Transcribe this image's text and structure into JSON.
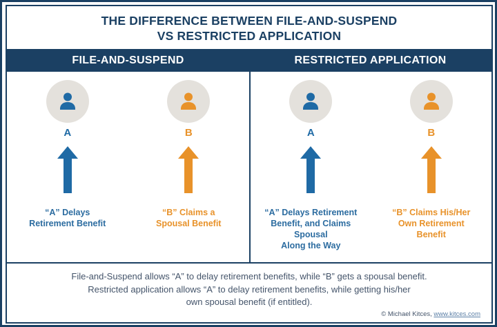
{
  "title": {
    "line1": "THE DIFFERENCE BETWEEN FILE-AND-SUSPEND",
    "line2": "VS RESTRICTED APPLICATION"
  },
  "colors": {
    "navy": "#1b4063",
    "blue": "#1f6aa5",
    "orange": "#e8922a",
    "avatar_bg": "#e4e1dc",
    "body_text": "#44546a"
  },
  "columns": [
    {
      "header": "FILE-AND-SUSPEND"
    },
    {
      "header": "RESTRICTED APPLICATION"
    }
  ],
  "panels": [
    {
      "name": "file-and-suspend",
      "people": [
        {
          "letter": "A",
          "color": "blue",
          "icon": "person-icon",
          "arrow": "up-arrow-icon",
          "caption_lines": [
            "“A” Delays",
            "Retirement Benefit"
          ]
        },
        {
          "letter": "B",
          "color": "orange",
          "icon": "person-icon",
          "arrow": "up-arrow-icon",
          "caption_lines": [
            "“B” Claims a",
            "Spousal Benefit"
          ]
        }
      ]
    },
    {
      "name": "restricted-application",
      "people": [
        {
          "letter": "A",
          "color": "blue",
          "icon": "person-icon",
          "arrow": "up-arrow-icon",
          "caption_lines": [
            "“A” Delays Retirement",
            "Benefit, and Claims Spousal",
            "Along the Way"
          ]
        },
        {
          "letter": "B",
          "color": "orange",
          "icon": "person-icon",
          "arrow": "up-arrow-icon",
          "caption_lines": [
            "“B” Claims His/Her",
            "Own Retirement",
            "Benefit"
          ]
        }
      ]
    }
  ],
  "summary": {
    "line1": "File-and-Suspend allows “A” to delay retirement benefits, while “B” gets a spousal benefit.",
    "line2": "Restricted application allows “A” to delay retirement benefits, while getting his/her",
    "line3": "own spousal benefit (if entitled)."
  },
  "credit": {
    "copyright": "© Michael Kitces,",
    "link": "www.kitces.com"
  }
}
